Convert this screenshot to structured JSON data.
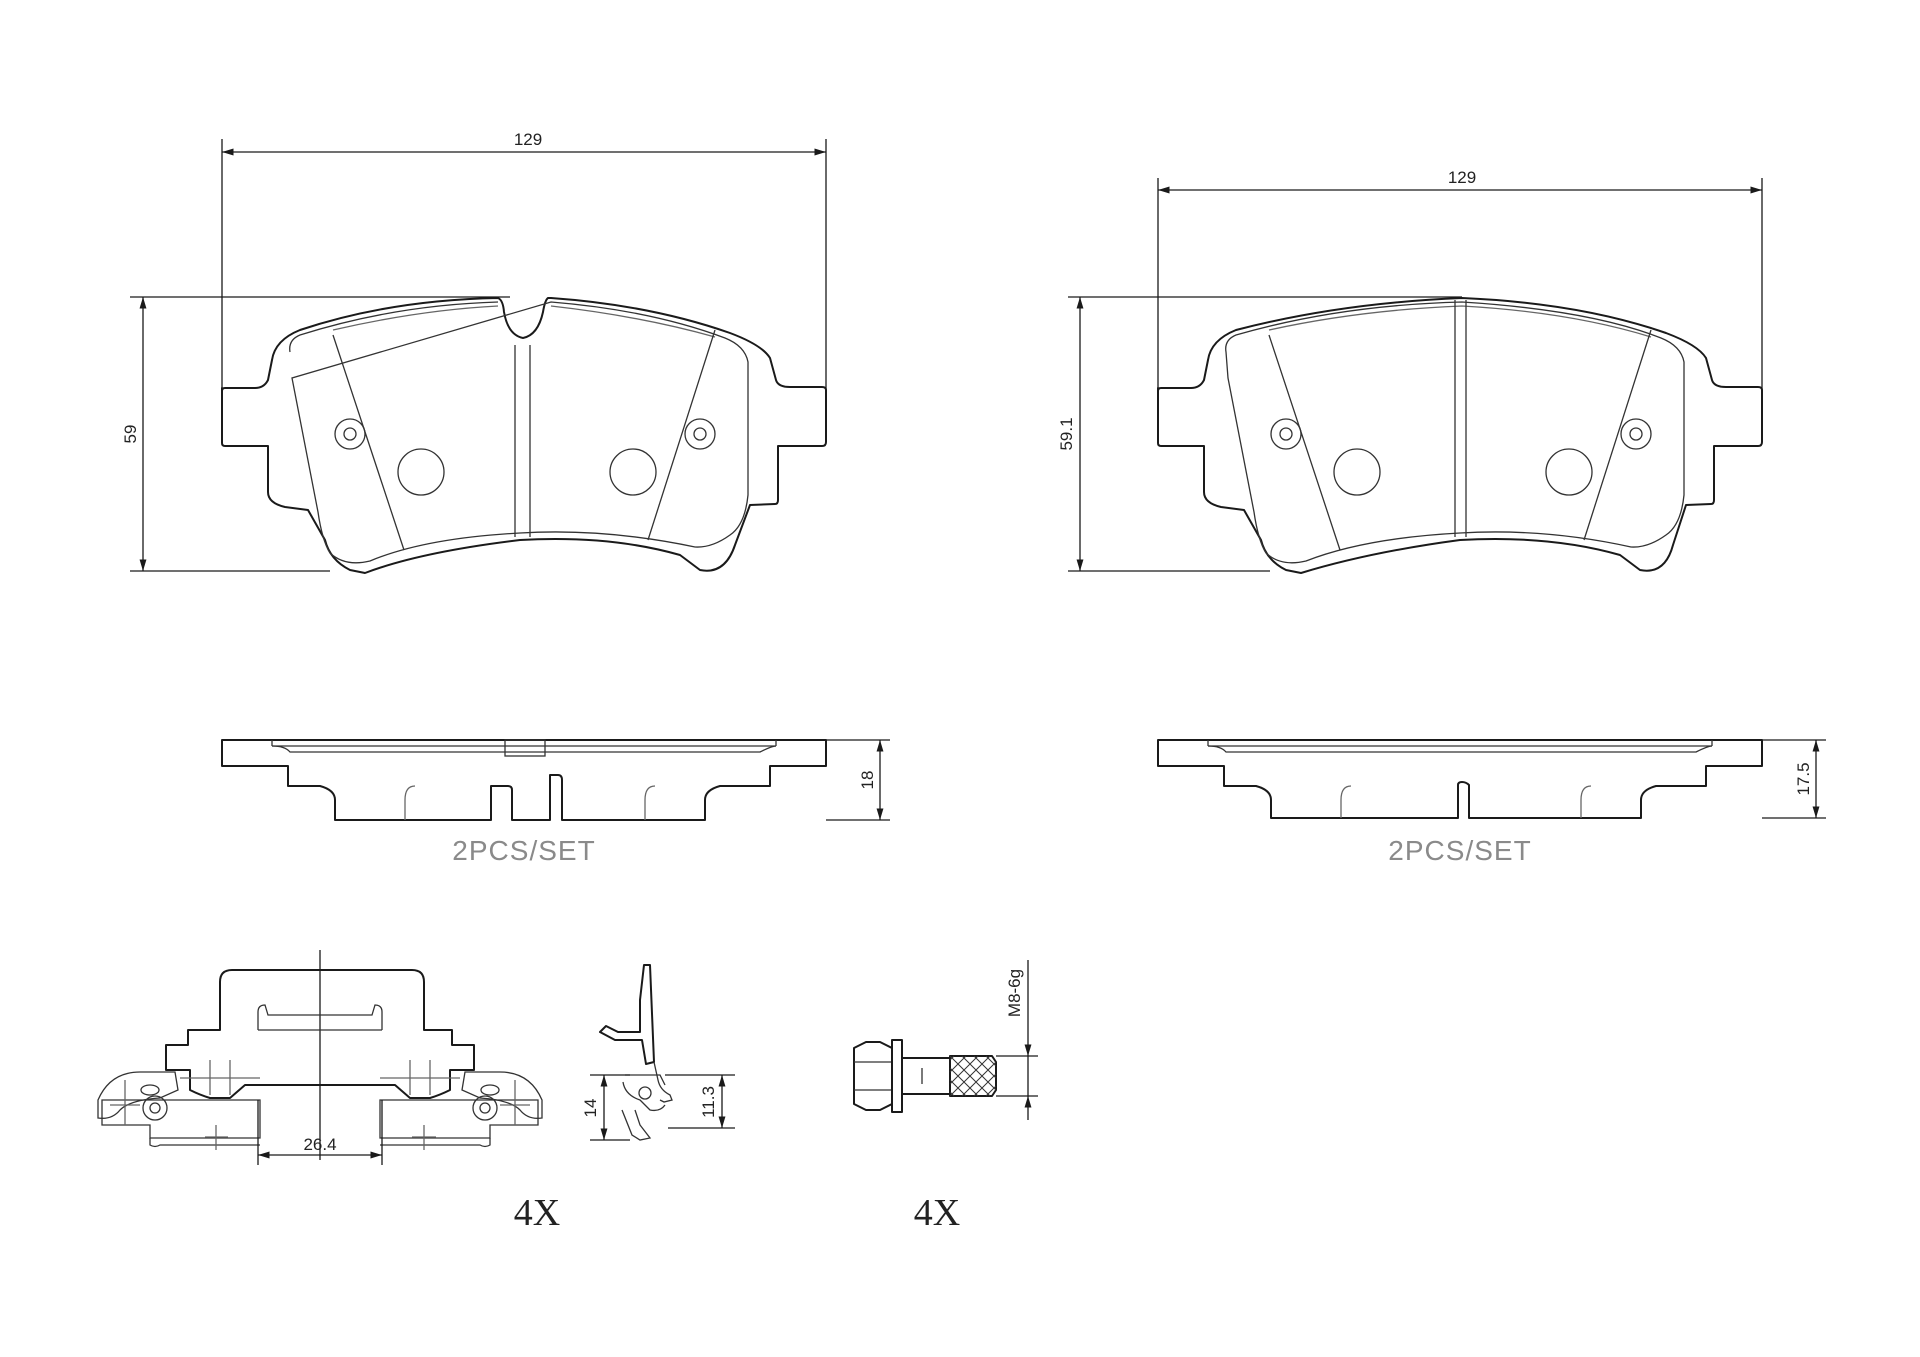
{
  "left_pad": {
    "width_label": "129",
    "height_label": "59",
    "thickness_label": "18",
    "set_label": "2PCS/SET"
  },
  "right_pad": {
    "width_label": "129",
    "height_label": "59.1",
    "thickness_label": "17.5",
    "set_label": "2PCS/SET"
  },
  "clip": {
    "width_label": "26.4",
    "height_label": "14",
    "inner_height_label": "11.3",
    "quantity_label": "4X"
  },
  "bolt": {
    "thread_label": "M8-6g",
    "quantity_label": "4X"
  }
}
